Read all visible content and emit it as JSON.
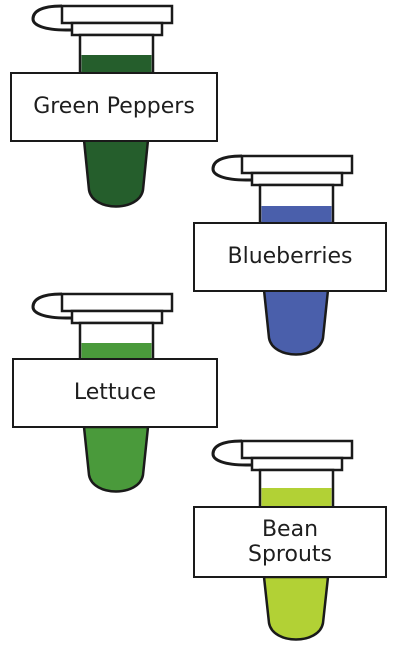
{
  "tubes": [
    {
      "label": "Green Peppers",
      "color": "#255e2c"
    },
    {
      "label": "Blueberries",
      "color": "#4a5fab"
    },
    {
      "label": "Lettuce",
      "color": "#4a9a3b"
    },
    {
      "label": "Bean Sprouts",
      "color": "#b2d135"
    }
  ]
}
